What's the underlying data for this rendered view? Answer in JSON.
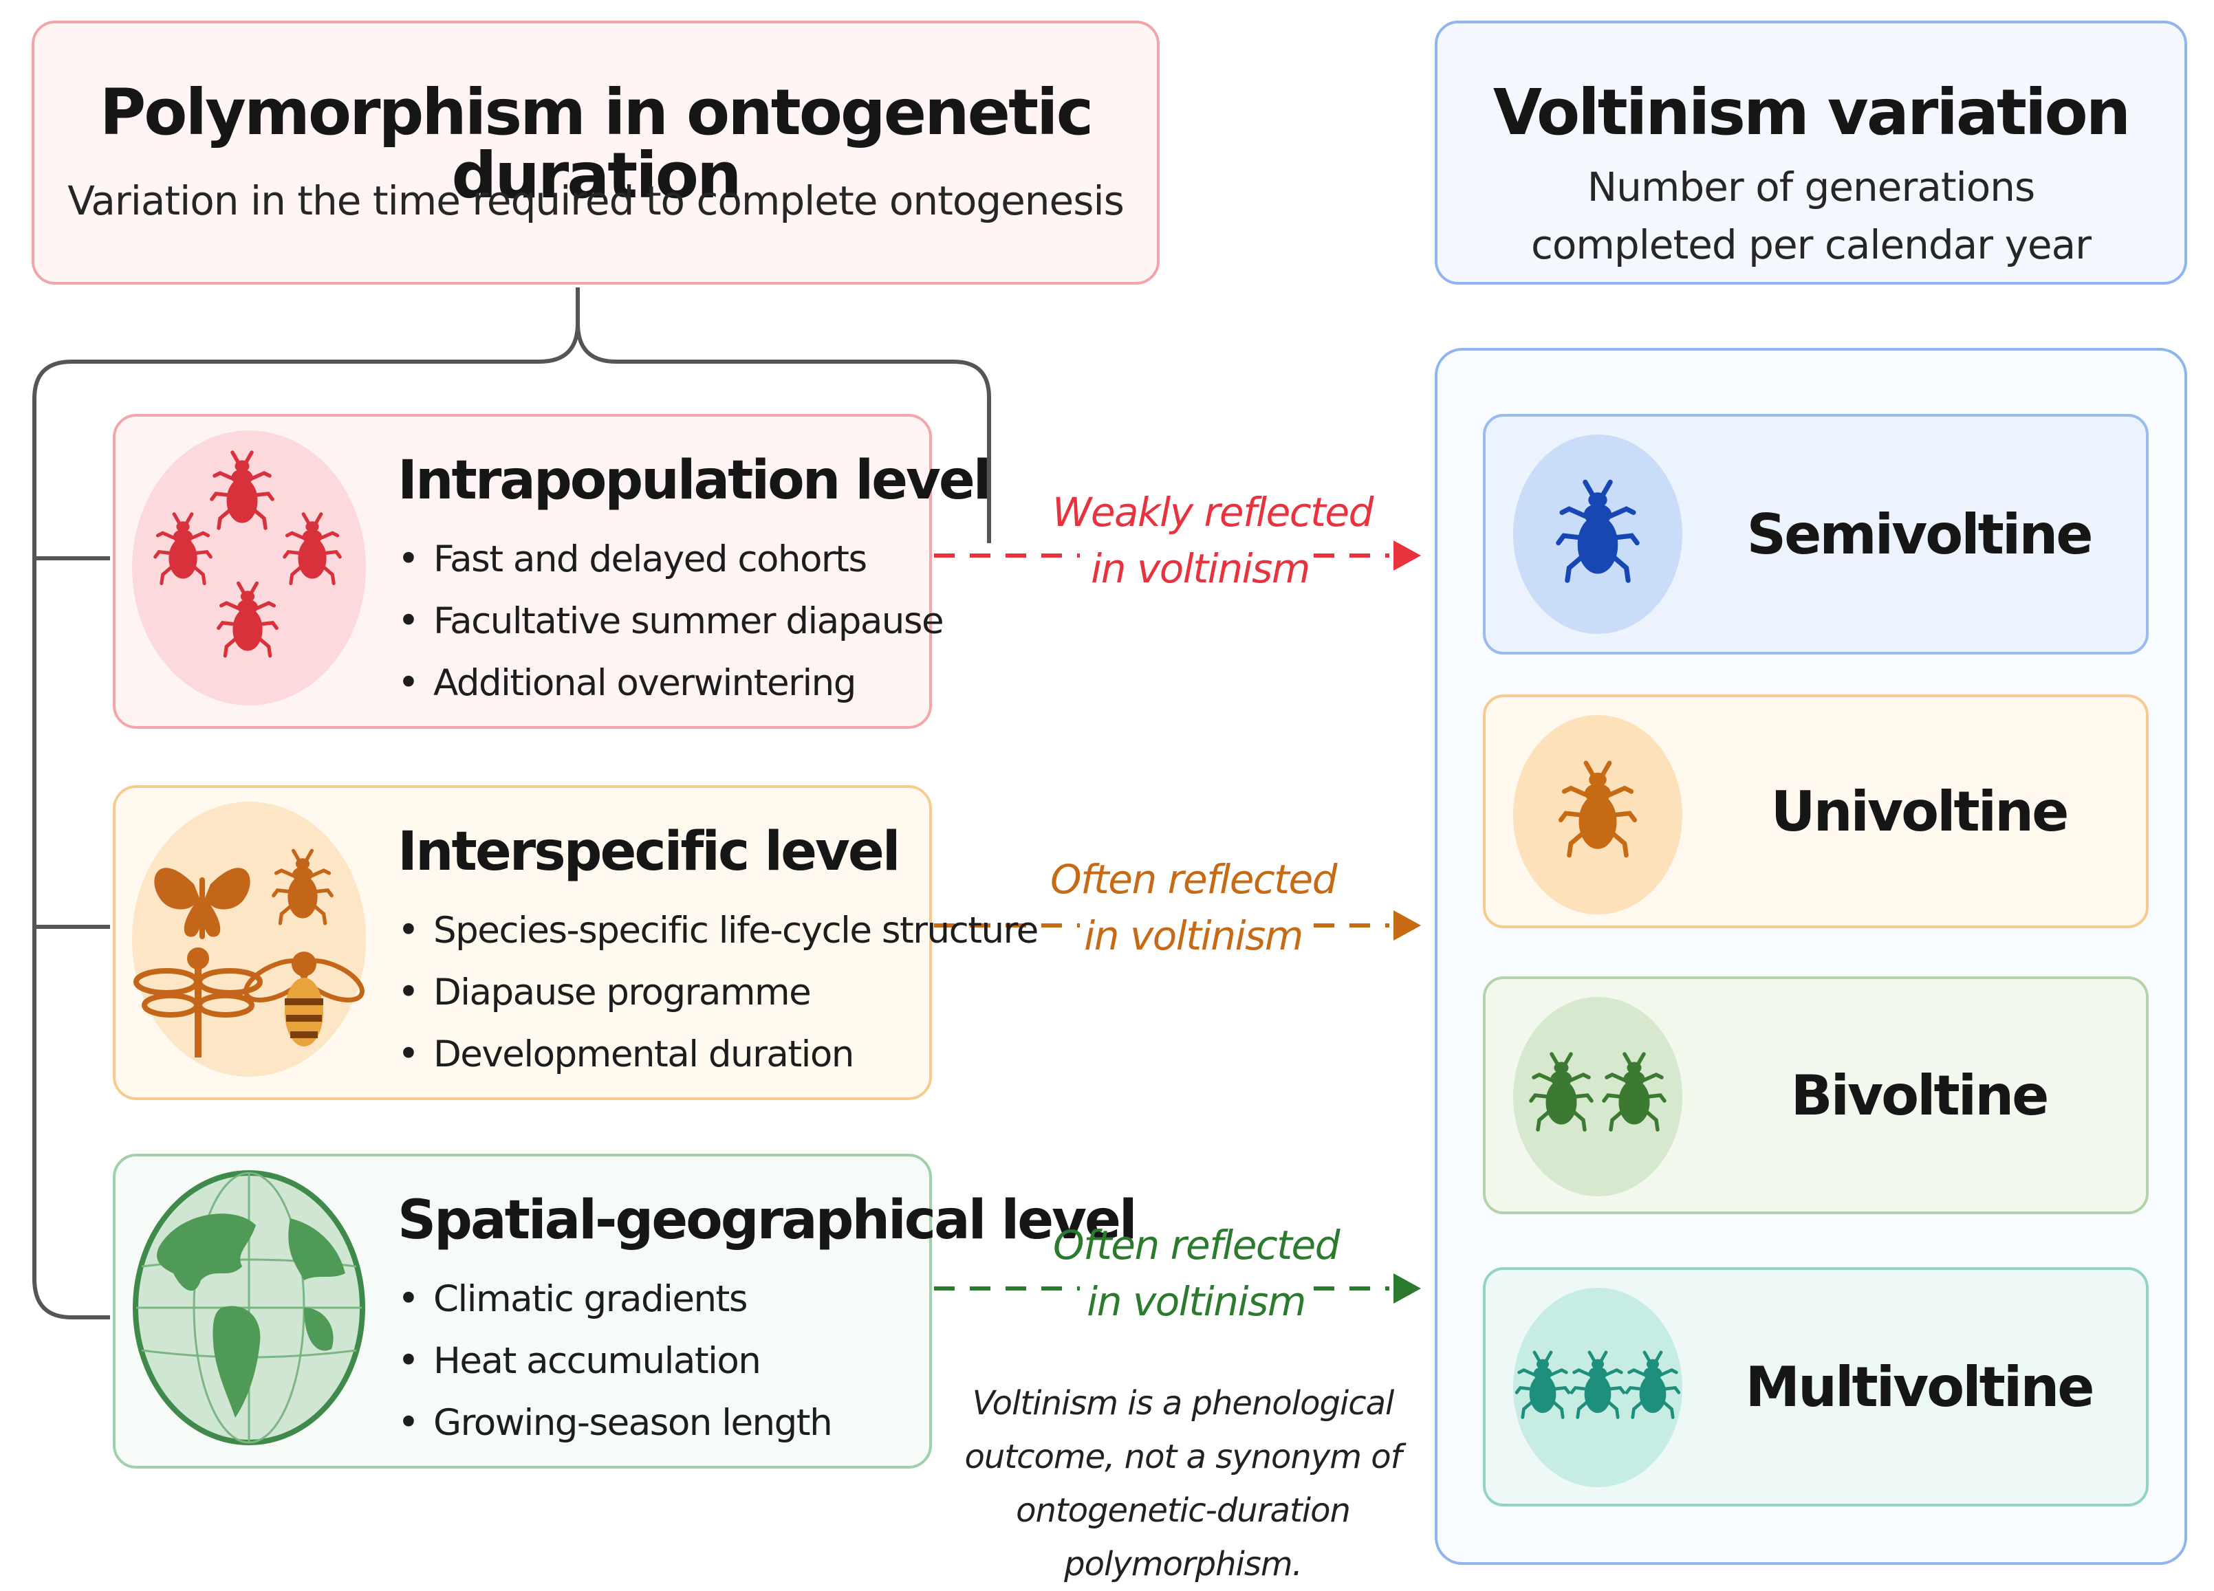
{
  "left_header": {
    "title": "Polymorphism in ontogenetic duration",
    "subtitle": "Variation in the time required to complete ontogenesis"
  },
  "right_header": {
    "title": "Voltinism variation",
    "subtitle": "Number of generations completed per calendar year"
  },
  "levels": [
    {
      "title": "Intrapopulation level",
      "items": [
        "Fast and delayed cohorts",
        "Facultative summer diapause",
        "Additional overwintering"
      ],
      "icon": "beetle-group-icon",
      "color": "#d8313c",
      "reflection": {
        "line1": "Weakly reflected",
        "line2": "in voltinism",
        "color": "#e8323e"
      }
    },
    {
      "title": "Interspecific level",
      "items": [
        "Species-specific life-cycle structure",
        "Diapause programme",
        "Developmental duration"
      ],
      "icon": "insect-species-icon",
      "color": "#c4661a",
      "reflection": {
        "line1": "Often reflected",
        "line2": "in voltinism",
        "color": "#c76a16"
      }
    },
    {
      "title": "Spatial-geographical level",
      "items": [
        "Climatic gradients",
        "Heat accumulation",
        "Growing-season length"
      ],
      "icon": "globe-icon",
      "color": "#3f8a4a",
      "reflection": {
        "line1": "Often reflected",
        "line2": "in voltinism",
        "color": "#2b7a2e"
      }
    }
  ],
  "voltinism": [
    {
      "label": "Semivoltine",
      "icon": "beetle-icon",
      "count": 1,
      "color": "#1747b3"
    },
    {
      "label": "Univoltine",
      "icon": "beetle-icon",
      "count": 1,
      "color": "#c66a14"
    },
    {
      "label": "Bivoltine",
      "icon": "beetle-icon",
      "count": 2,
      "color": "#3c7a33"
    },
    {
      "label": "Multivoltine",
      "icon": "beetle-icon",
      "count": 3,
      "color": "#1e8f7c"
    }
  ],
  "note": {
    "line1": "Voltinism is a phenological",
    "line2": "outcome, not a synonym of",
    "line3": "ontogenetic-duration polymorphism."
  }
}
